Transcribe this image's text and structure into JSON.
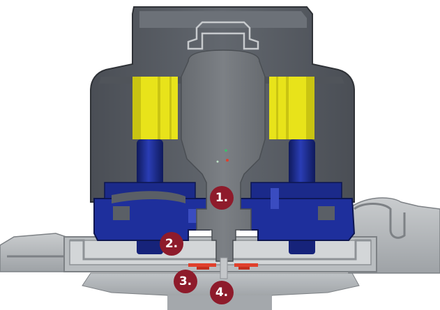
{
  "markers": [
    {
      "id": "1",
      "label": "1."
    },
    {
      "id": "2",
      "label": "2."
    },
    {
      "id": "3",
      "label": "3."
    },
    {
      "id": "4",
      "label": "4."
    }
  ],
  "colors": {
    "housing": "#5a5f66",
    "housing_dark": "#3e4248",
    "housing_light": "#787d84",
    "shaft": "#6f7377",
    "magnet": "#e8e31a",
    "magnet_shadow": "#c9c412",
    "coil_blue": "#1e2f9c",
    "coil_blue_dark": "#111c66",
    "base_grey": "#b8bcbf",
    "base_outline": "#7d8185",
    "seal_red": "#e0402c",
    "marker_fill": "#8e1b2b"
  }
}
